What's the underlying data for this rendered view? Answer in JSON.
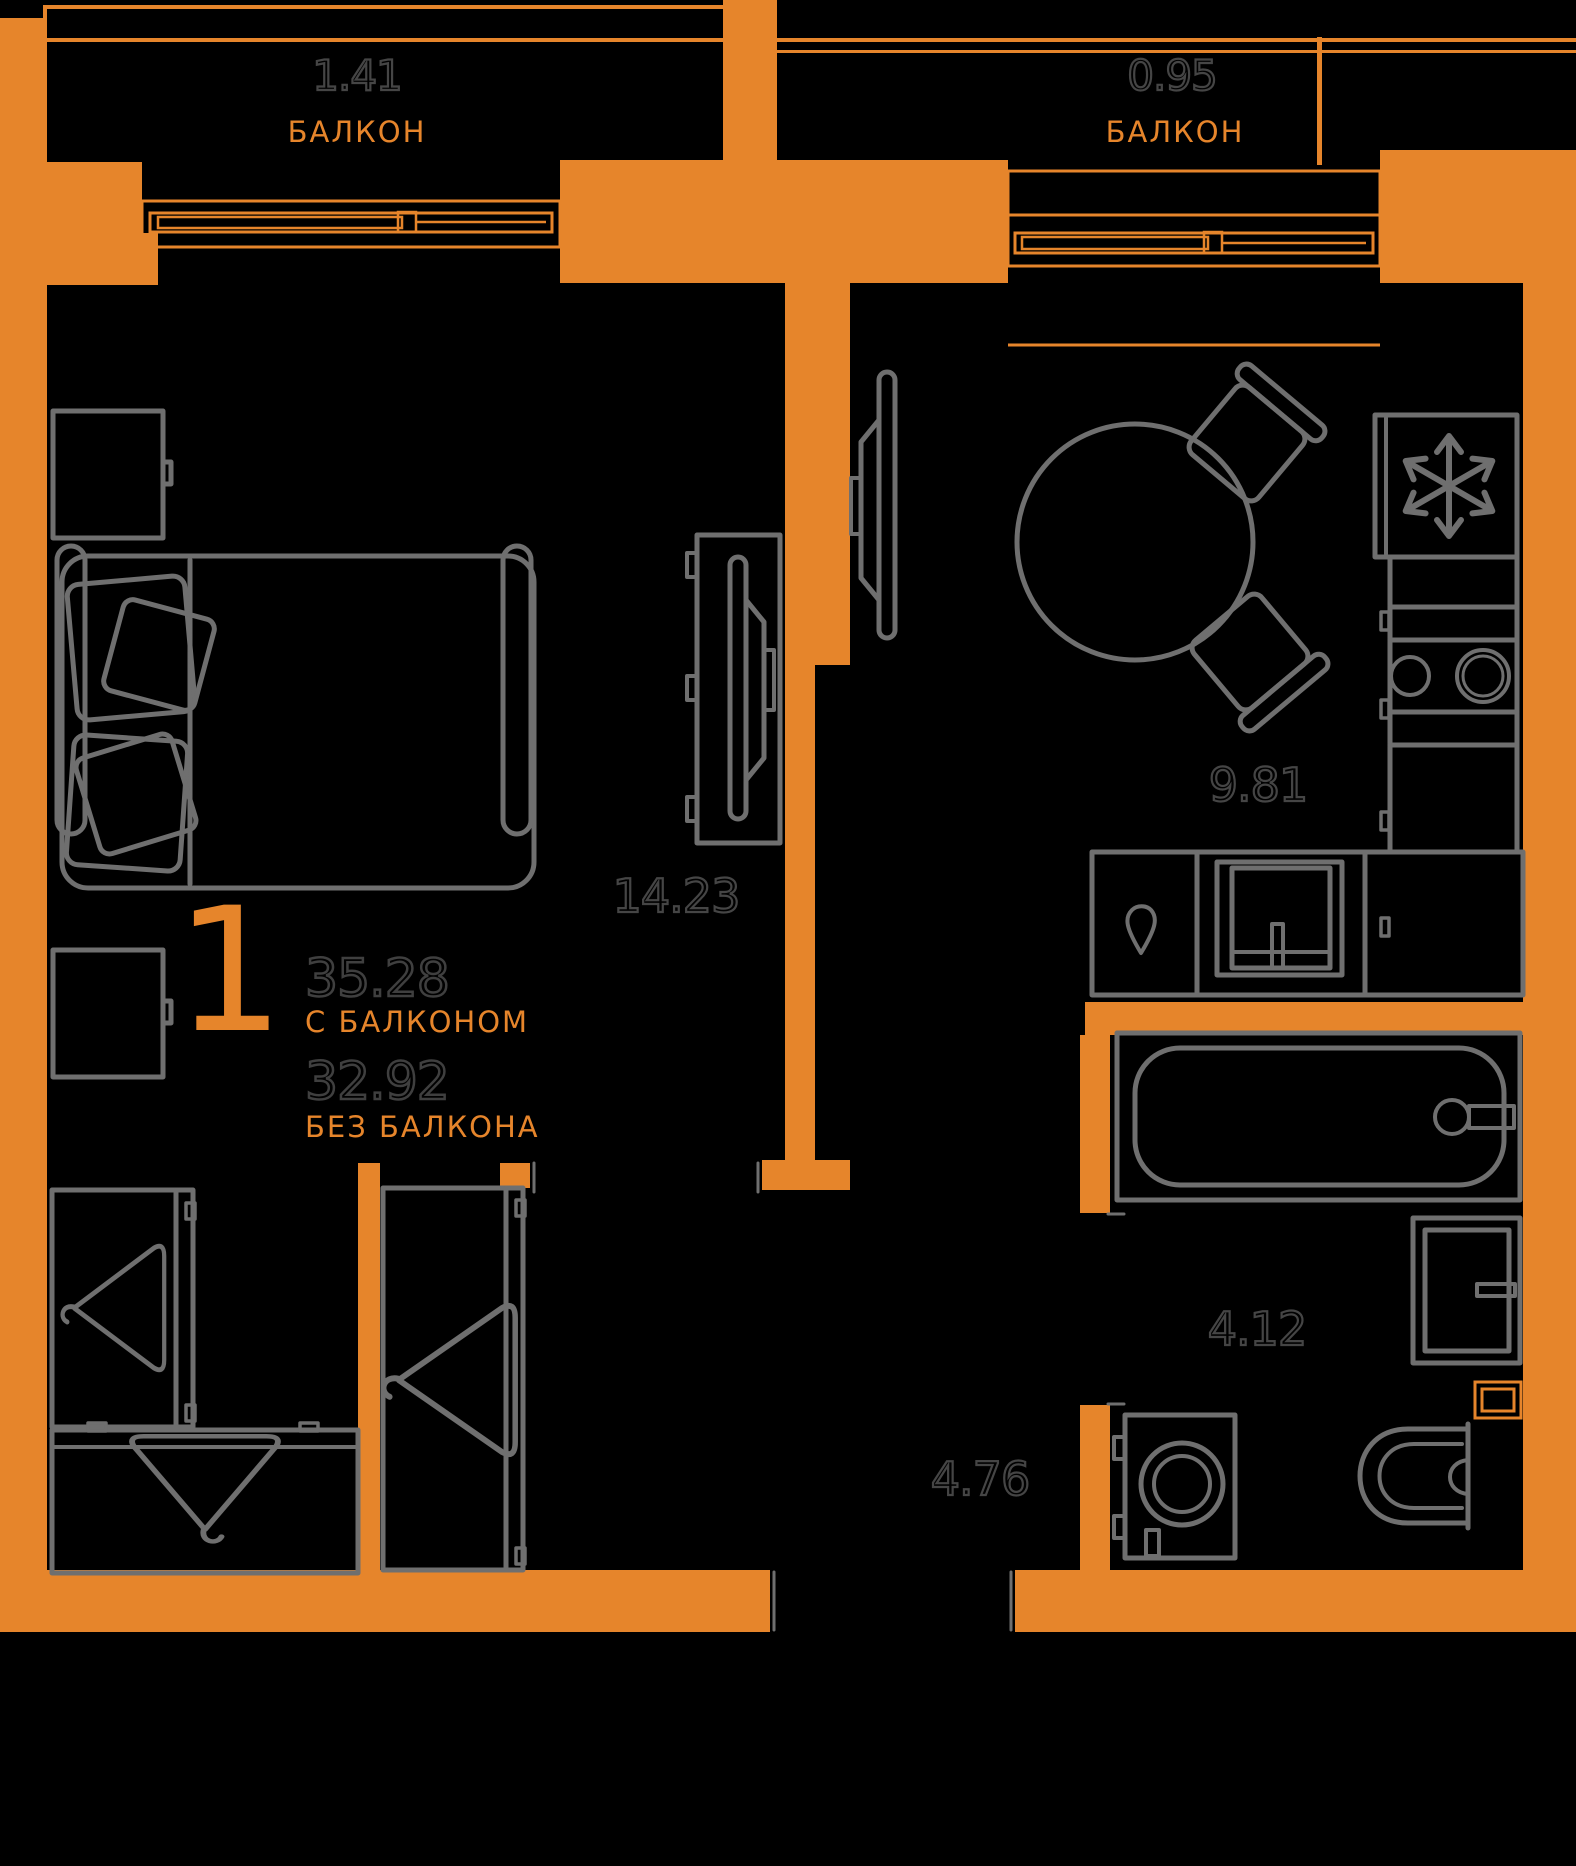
{
  "apartment": {
    "number": "1",
    "area_with_balcony": "35.28",
    "with_balcony_label": "С БАЛКОНОМ",
    "area_without_balcony": "32.92",
    "without_balcony_label": "БЕЗ БАЛКОНА"
  },
  "rooms": {
    "balcony_left": {
      "area": "1.41",
      "label": "БАЛКОН"
    },
    "balcony_right": {
      "area": "0.95",
      "label": "БАЛКОН"
    },
    "living_room": {
      "area": "14.23"
    },
    "kitchen": {
      "area": "9.81"
    },
    "bathroom": {
      "area": "4.12"
    },
    "hallway": {
      "area": "4.76"
    }
  },
  "colors": {
    "wall": "#E6852B",
    "furniture_line": "#6F6F6F",
    "area_text": "#3F3F3F",
    "background": "#000000"
  }
}
